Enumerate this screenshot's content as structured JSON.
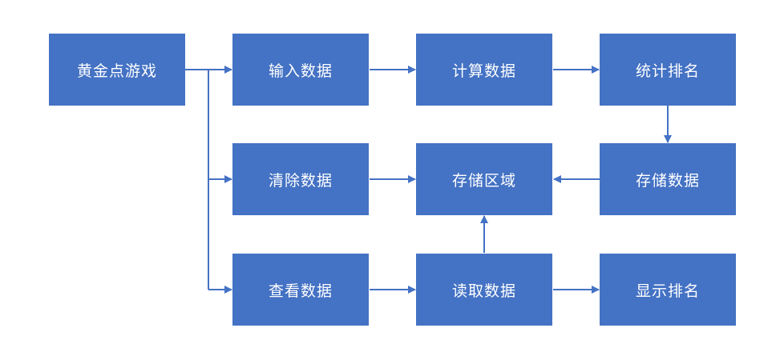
{
  "diagram": {
    "nodes": {
      "game": "黄金点游戏",
      "input": "输入数据",
      "compute": "计算数据",
      "rank": "统计排名",
      "clear": "清除数据",
      "region": "存储区域",
      "store": "存储数据",
      "view": "查看数据",
      "read": "读取数据",
      "show": "显示排名"
    },
    "colors": {
      "box": "#4472c4",
      "line": "#4472c4",
      "text": "#ffffff"
    }
  }
}
